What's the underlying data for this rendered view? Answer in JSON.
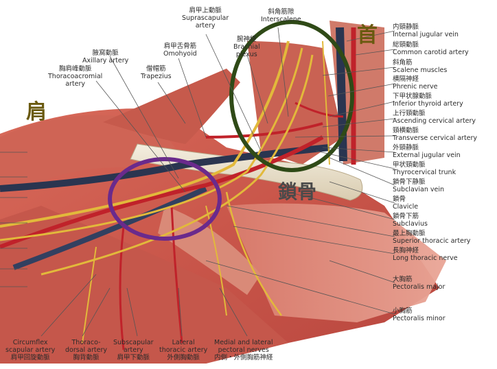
{
  "regions": {
    "shoulder": "肩",
    "neck": "首",
    "clavicle": "鎖骨"
  },
  "left_labels": [
    {
      "jp": "腋窩動脈",
      "en": "Axillary artery"
    },
    {
      "jp": "胸肩峰動脈",
      "en": "Thoracoacromial",
      "en2": "artery"
    },
    {
      "jp": "肩甲舌骨筋",
      "en": "Omohyoid"
    },
    {
      "jp": "僧帽筋",
      "en": "Trapezius"
    },
    {
      "jp": "肩甲上動脈",
      "en": "Suprascapular",
      "en2": "artery"
    },
    {
      "jp": "腕神経",
      "en": "Brachial",
      "en2": "plexus"
    },
    {
      "jp": "斜角筋隙",
      "en": "Interscalene"
    }
  ],
  "right_labels": [
    {
      "jp": "内頸静脈",
      "en": "Internal jugular vein"
    },
    {
      "jp": "総頸動脈",
      "en": "Common carotid artery"
    },
    {
      "jp": "斜角筋",
      "en": "Scalene muscles"
    },
    {
      "jp": "横隔神経",
      "en": "Phrenic nerve"
    },
    {
      "jp": "下甲状腺動脈",
      "en": "Inferior thyroid artery"
    },
    {
      "jp": "上行頸動脈",
      "en": "Ascending cervical artery"
    },
    {
      "jp": "頸横動脈",
      "en": "Transverse cervical artery"
    },
    {
      "jp": "外頸静脈",
      "en": "External jugular vein"
    },
    {
      "jp": "甲状頸動脈",
      "en": "Thyrocervical trunk"
    },
    {
      "jp": "鎖骨下静脈",
      "en": "Subclavian vein"
    },
    {
      "jp": "鎖骨",
      "en": "Clavicle"
    },
    {
      "jp": "鎖骨下筋",
      "en": "Subclavius"
    },
    {
      "jp": "最上胸動脈",
      "en": "Superior thoracic artery"
    },
    {
      "jp": "長胸神経",
      "en": "Long thoracic nerve"
    },
    {
      "jp": "大胸筋",
      "en": "Pectoralis major"
    },
    {
      "jp": "小胸筋",
      "en": "Pectoralis minor"
    }
  ],
  "bottom_labels": [
    {
      "en": "Circumflex",
      "en2": "scapular artery",
      "jp": "肩甲回旋動脈"
    },
    {
      "en": "Thoraco-",
      "en2": "dorsal artery",
      "jp": "胸背動脈"
    },
    {
      "en": "Subscapular",
      "en2": "artery",
      "jp": "肩甲下動脈"
    },
    {
      "en": "Lateral",
      "en2": "thoracic artery",
      "jp": "外側胸動脈"
    },
    {
      "en": "Medial and lateral",
      "en2": "pectoral nerves",
      "jp": "内側・外側胸筋神経"
    }
  ],
  "colors": {
    "muscle": "#c9564a",
    "artery": "#c0222a",
    "vein": "#2a3550",
    "nerve": "#e2b93b",
    "circle_neck": "#2f4a17",
    "circle_axilla": "#6a2a8c"
  }
}
